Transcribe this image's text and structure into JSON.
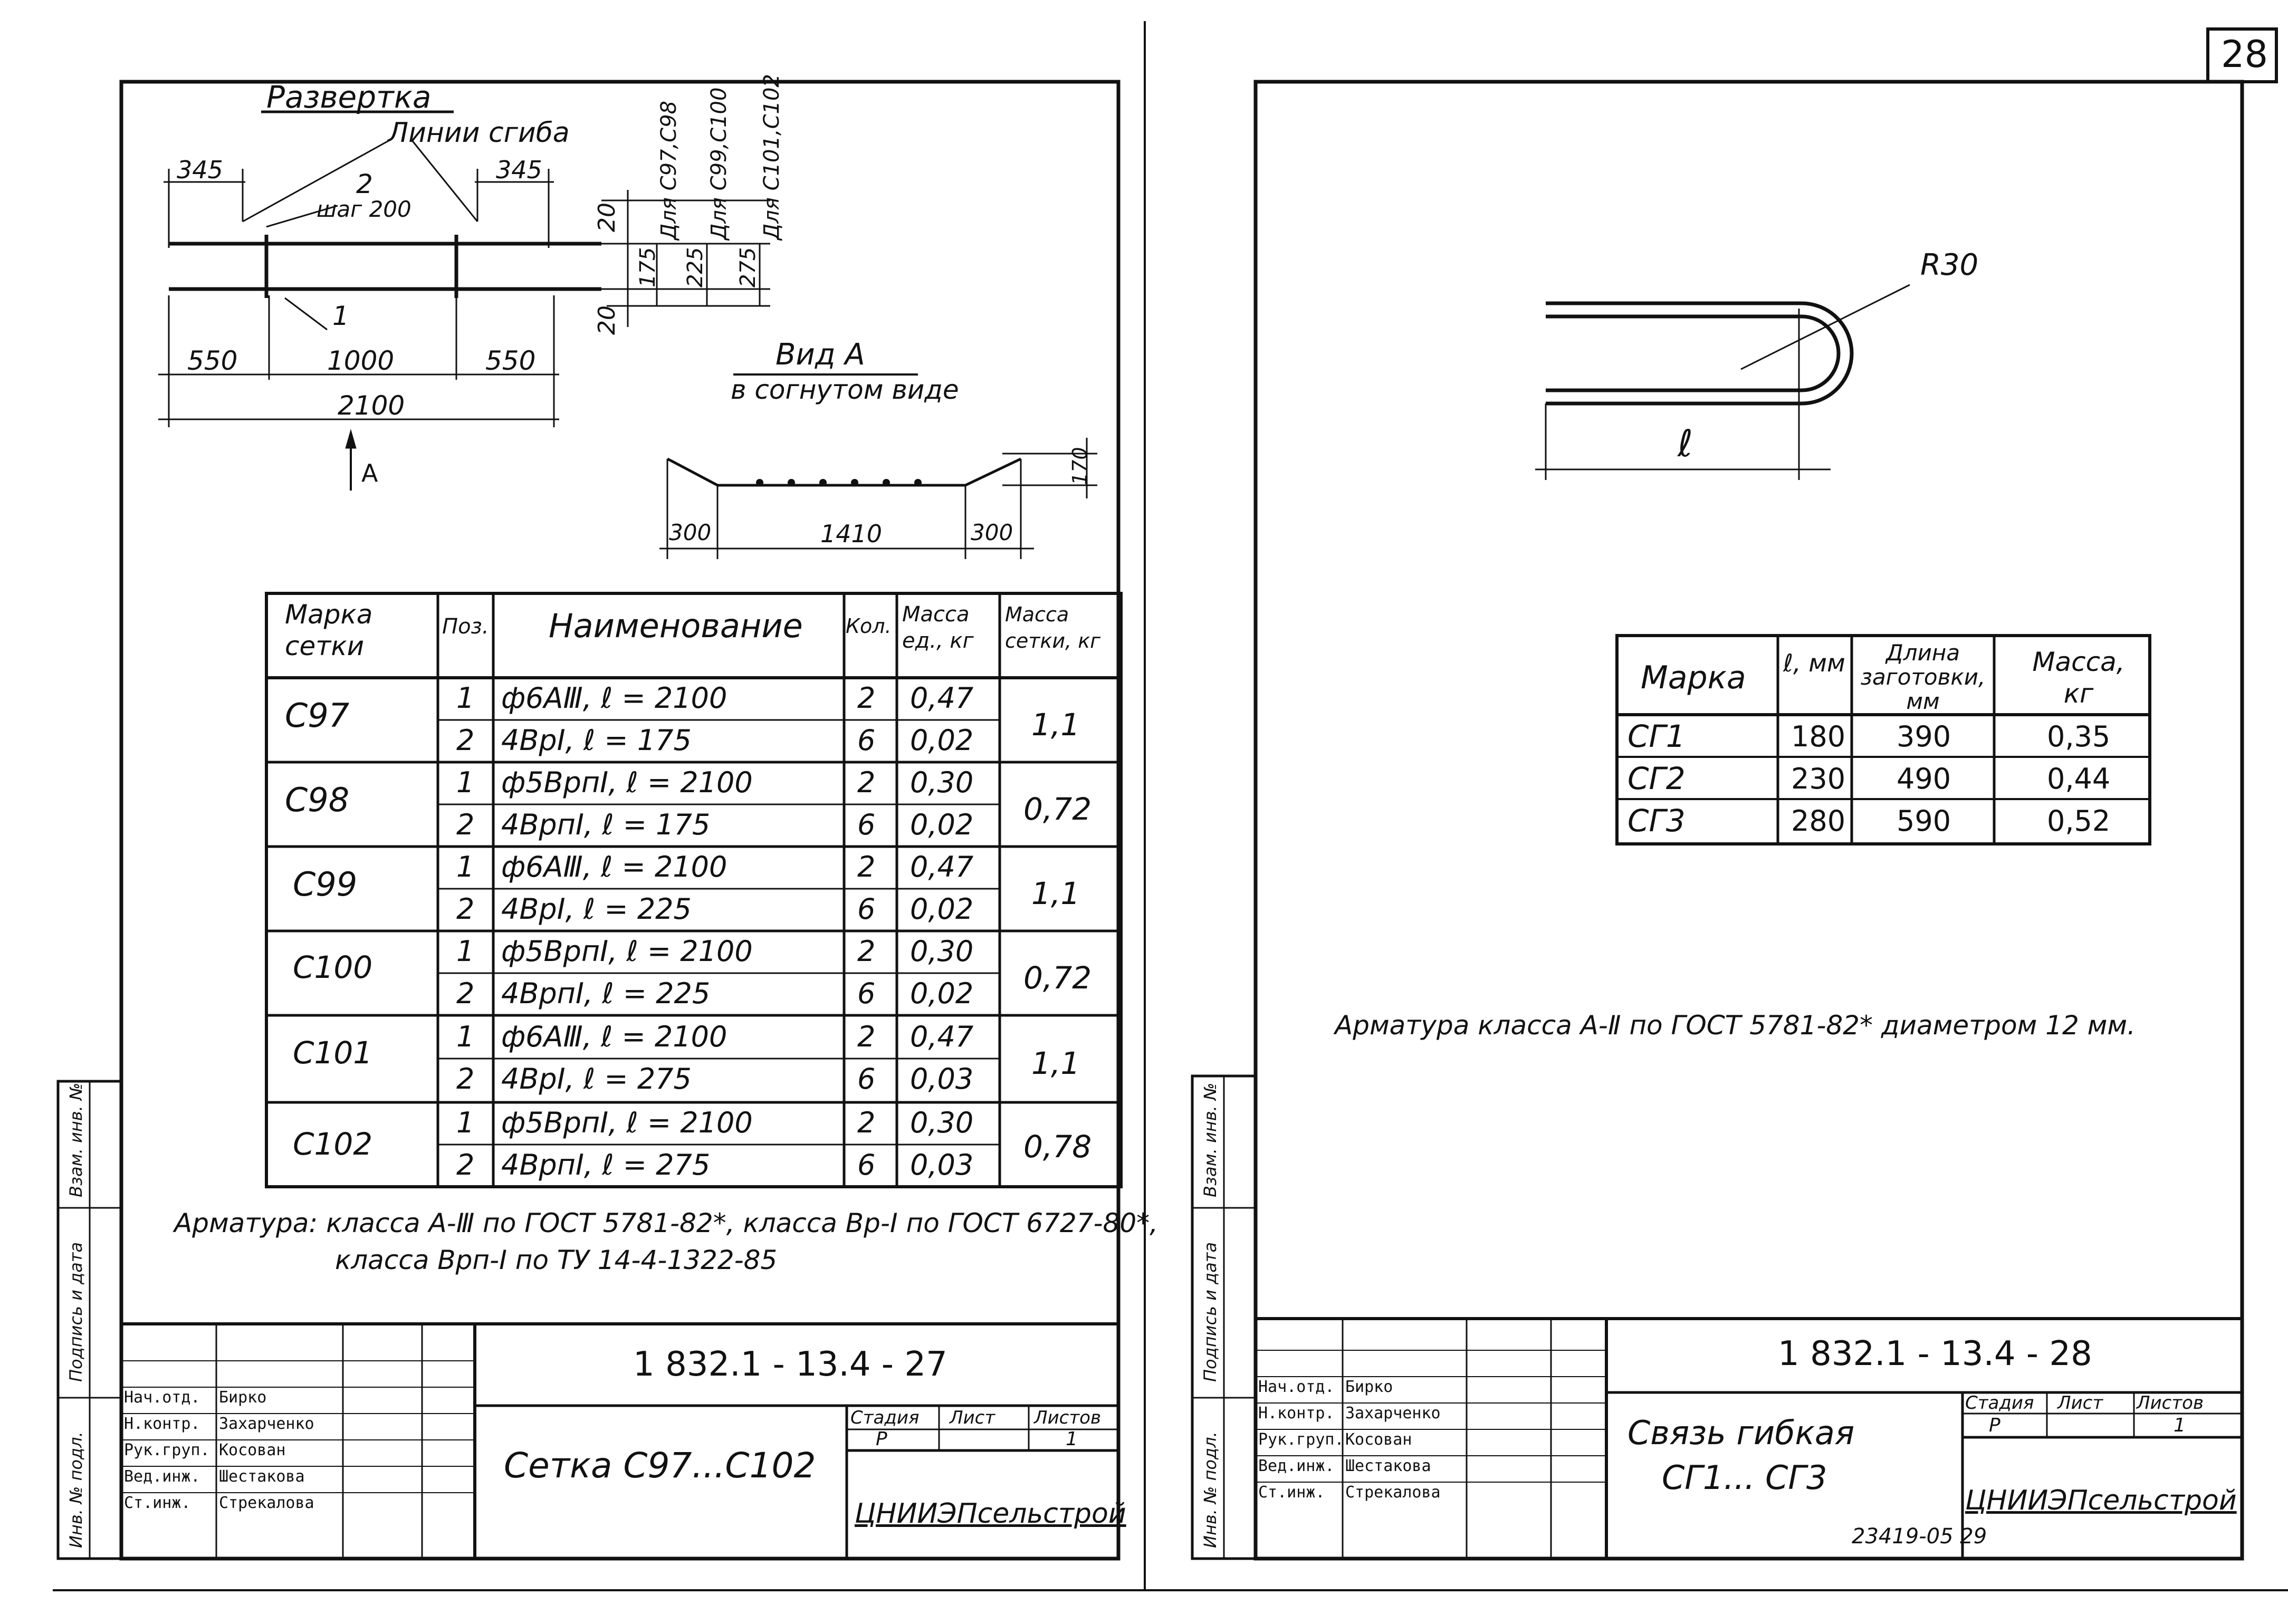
{
  "page_number": "28",
  "left": {
    "drawing": {
      "title": "Развертка",
      "bend_lines_label": "Линии сгиба",
      "pos2_label": "2",
      "step_label": "шаг 200",
      "pos1_label": "1",
      "dim_345_left": "345",
      "dim_345_right": "345",
      "dim_550_left": "550",
      "dim_1000": "1000",
      "dim_550_right": "550",
      "dim_2100": "2100",
      "dim_20_top": "20",
      "dim_20_bottom": "20",
      "dim_175": "175",
      "dim_225": "225",
      "dim_275": "275",
      "label_c97_c98": "Для С97,С98",
      "label_c99_c100": "Для С99,С100",
      "label_c101_c102": "Для С101,С102",
      "view_marker": "А",
      "view_title": "Вид А",
      "view_subtitle": "в согнутом виде",
      "view_dim_300_left": "300",
      "view_dim_1410": "1410",
      "view_dim_300_right": "300",
      "view_dim_170": "170"
    },
    "spec_table": {
      "headers": [
        "Марка сетки",
        "Поз.",
        "Наименование",
        "Кол.",
        "Масса ед., кг",
        "Масса сетки, кг"
      ],
      "groups": [
        {
          "mark": "С97",
          "total": "1,1",
          "rows": [
            {
              "pos": "1",
              "name": "ф6АⅢ, ℓ = 2100",
              "qty": "2",
              "mass": "0,47"
            },
            {
              "pos": "2",
              "name": "4ВрI, ℓ = 175",
              "qty": "6",
              "mass": "0,02"
            }
          ]
        },
        {
          "mark": "С98",
          "total": "0,72",
          "rows": [
            {
              "pos": "1",
              "name": "ф5ВрпI, ℓ = 2100",
              "qty": "2",
              "mass": "0,30"
            },
            {
              "pos": "2",
              "name": "4ВрпI, ℓ = 175",
              "qty": "6",
              "mass": "0,02"
            }
          ]
        },
        {
          "mark": "С99",
          "total": "1,1",
          "rows": [
            {
              "pos": "1",
              "name": "ф6АⅢ, ℓ = 2100",
              "qty": "2",
              "mass": "0,47"
            },
            {
              "pos": "2",
              "name": "4ВрI, ℓ = 225",
              "qty": "6",
              "mass": "0,02"
            }
          ]
        },
        {
          "mark": "С100",
          "total": "0,72",
          "rows": [
            {
              "pos": "1",
              "name": "ф5ВрпI, ℓ = 2100",
              "qty": "2",
              "mass": "0,30"
            },
            {
              "pos": "2",
              "name": "4ВрпI, ℓ = 225",
              "qty": "6",
              "mass": "0,02"
            }
          ]
        },
        {
          "mark": "С101",
          "total": "1,1",
          "rows": [
            {
              "pos": "1",
              "name": "ф6АⅢ, ℓ = 2100",
              "qty": "2",
              "mass": "0,47"
            },
            {
              "pos": "2",
              "name": "4ВрI, ℓ = 275",
              "qty": "6",
              "mass": "0,03"
            }
          ]
        },
        {
          "mark": "С102",
          "total": "0,78",
          "rows": [
            {
              "pos": "1",
              "name": "ф5ВрпI, ℓ = 2100",
              "qty": "2",
              "mass": "0,30"
            },
            {
              "pos": "2",
              "name": "4ВрпI, ℓ = 275",
              "qty": "6",
              "mass": "0,03"
            }
          ]
        }
      ]
    },
    "note_line1": "Арматура: класса А-Ⅲ по ГОСТ 5781-82*, класса Вр-I по ГОСТ 6727-80*,",
    "note_line2": "класса Врп-I по ТУ 14-4-1322-85",
    "side_labels": [
      "Инв. № подл.",
      "Подпись и дата",
      "Взам. инв. №"
    ],
    "title_block": {
      "code": "1 832.1 - 13.4 - 27",
      "name": "Сетка С97...С102",
      "org": "ЦНИИЭПсельстрой",
      "stage_header": "Стадия",
      "sheet_header": "Лист",
      "sheets_header": "Листов",
      "stage": "Р",
      "sheets": "1",
      "people": [
        {
          "role": "Нач.отд.",
          "name": "Бирко"
        },
        {
          "role": "Н.контр.",
          "name": "Захарченко"
        },
        {
          "role": "Рук.груп.",
          "name": "Косован"
        },
        {
          "role": "Вед.инж.",
          "name": "Шестакова"
        },
        {
          "role": "Ст.инж.",
          "name": "Стрекалова"
        }
      ]
    }
  },
  "right": {
    "drawing": {
      "radius_label": "R30",
      "length_label": "ℓ"
    },
    "table": {
      "headers": [
        "Марка",
        "ℓ, мм",
        "Длина заготовки, мм",
        "Масса, кг"
      ],
      "rows": [
        [
          "СГ1",
          "180",
          "390",
          "0,35"
        ],
        [
          "СГ2",
          "230",
          "490",
          "0,44"
        ],
        [
          "СГ3",
          "280",
          "590",
          "0,52"
        ]
      ]
    },
    "note": "Арматура класса А-Ⅱ по ГОСТ 5781-82* диаметром 12 мм.",
    "side_labels": [
      "Инв. № подл.",
      "Подпись и дата",
      "Взам. инв. №"
    ],
    "title_block": {
      "code": "1 832.1 - 13.4 - 28",
      "name_line1": "Связь гибкая",
      "name_line2": "СГ1... СГ3",
      "org": "ЦНИИЭПсельстрой",
      "stage_header": "Стадия",
      "sheet_header": "Лист",
      "sheets_header": "Листов",
      "stage": "Р",
      "sheets": "1",
      "people": [
        {
          "role": "Нач.отд.",
          "name": "Бирко"
        },
        {
          "role": "Н.контр.",
          "name": "Захарченко"
        },
        {
          "role": "Рук.груп.",
          "name": "Косован"
        },
        {
          "role": "Вед.инж.",
          "name": "Шестакова"
        },
        {
          "role": "Ст.инж.",
          "name": "Стрекалова"
        }
      ]
    },
    "archive_number": "23419-05  29"
  }
}
